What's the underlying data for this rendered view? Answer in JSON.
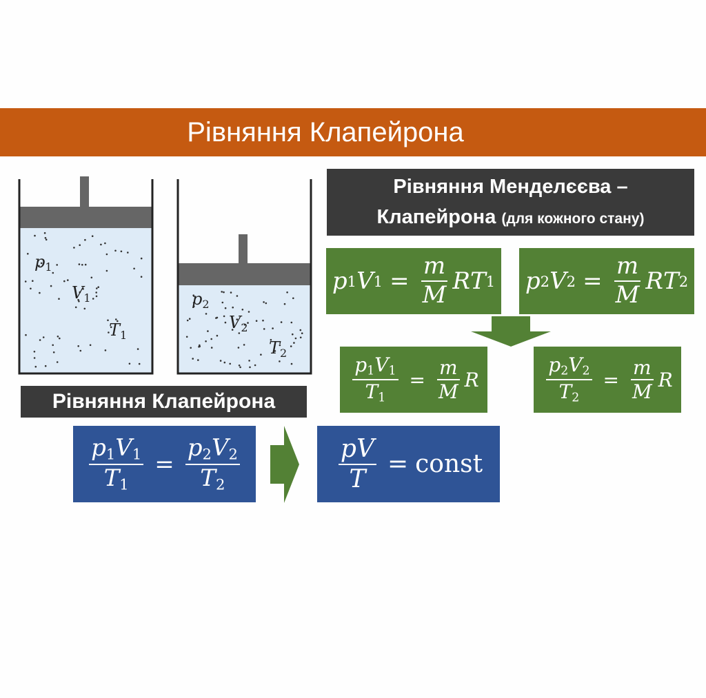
{
  "banner": {
    "title": "Рівняння Клапейрона"
  },
  "labels": {
    "mendeleev_line1": "Рівняння Менделєєва –",
    "mendeleev_line2": "Клапейрона",
    "mendeleev_note": "(для кожного стану)",
    "clapeyron": "Рівняння Клапейрона"
  },
  "cylinders": [
    {
      "p": "p",
      "V": "V",
      "T": "T",
      "index": "1"
    },
    {
      "p": "p",
      "V": "V",
      "T": "T",
      "index": "2"
    }
  ],
  "symbols": {
    "p": "p",
    "V": "V",
    "T": "T",
    "m": "m",
    "M": "M",
    "R": "R",
    "eq": "=",
    "const": "const",
    "one": "1",
    "two": "2"
  },
  "colors": {
    "banner": "#c55a11",
    "label_bg": "#3a3a3a",
    "green": "#538135",
    "blue": "#2f5496",
    "gas": "#deebf7",
    "piston": "#666666"
  }
}
